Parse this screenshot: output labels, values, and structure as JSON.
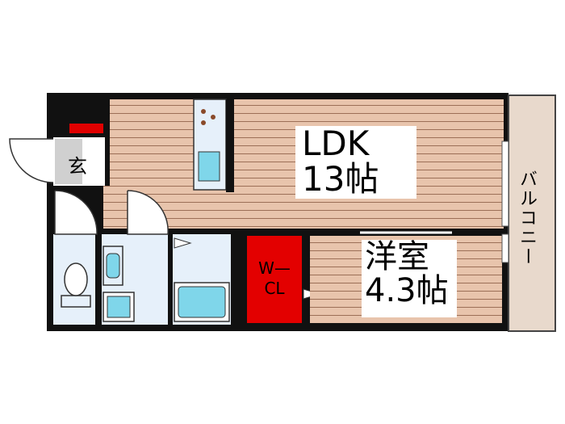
{
  "rooms": {
    "ldk": {
      "name": "LDK",
      "size": "13帖"
    },
    "youshitsu": {
      "name": "洋室",
      "size": "4.3帖"
    },
    "wcl": {
      "line1": "W—",
      "line2": "CL"
    },
    "genkan": "玄",
    "balcony": "バルコニー"
  },
  "colors": {
    "wall": "#111111",
    "floor_wood": "#e8c4ac",
    "floor_line": "#9c6f57",
    "wet_area": "#e6f0fa",
    "fixture": "#7fd6ea",
    "entrance_tile": "#d0d0d0",
    "closet": "#e30000",
    "balcony": "#e8d9cc",
    "shoe_box": "#e00000"
  }
}
